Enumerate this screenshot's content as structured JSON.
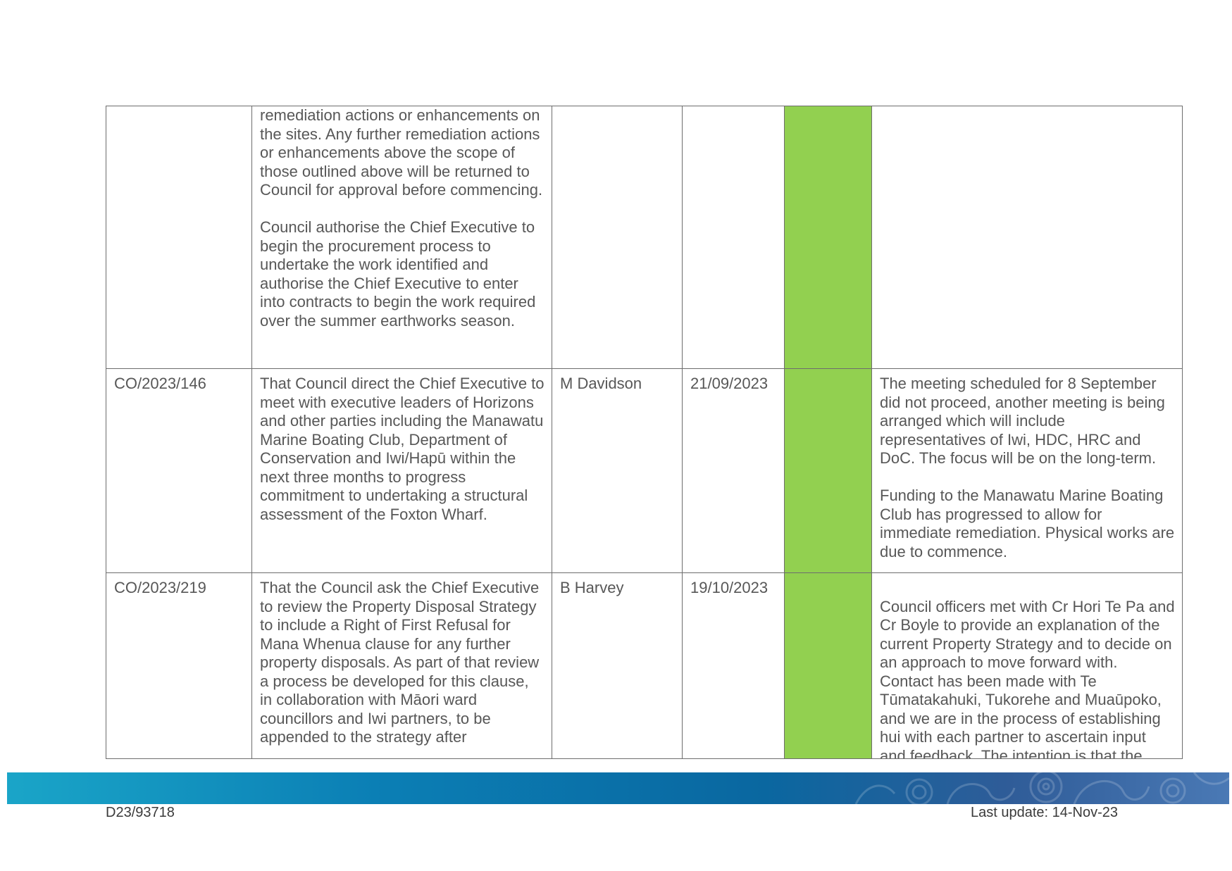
{
  "table": {
    "status_color": "#92d050",
    "rows": [
      {
        "ref": "",
        "resolution": "remediation actions or enhancements on the sites. Any further remediation actions or enhancements above the scope of those outlined above will be returned to Council for approval before commencing.\n\nCouncil authorise the Chief Executive to begin the procurement process to undertake the work identified and authorise the Chief Executive to enter into contracts to begin the work required over the summer earthworks season.",
        "officer": "",
        "date": "",
        "comment": ""
      },
      {
        "ref": "CO/2023/146",
        "resolution": "That Council direct the Chief Executive to meet with executive leaders of Horizons and other parties including the Manawatu Marine Boating Club, Department of Conservation and Iwi/Hapū within the next three months to progress commitment to undertaking a structural assessment of the Foxton Wharf.",
        "officer": "M Davidson",
        "date": "21/09/2023",
        "comment": "The meeting scheduled for 8 September did not proceed, another meeting is being arranged which will include representatives of Iwi, HDC, HRC and DoC. The focus will be on the long-term.\n\nFunding to the Manawatu Marine Boating Club has progressed to allow for immediate remediation. Physical works are due to commence."
      },
      {
        "ref": "CO/2023/219",
        "resolution": "That the Council ask the Chief Executive to review the Property Disposal Strategy to include a Right of First Refusal for Mana Whenua clause for any further property disposals.  As part of that review a process be developed for this clause, in collaboration with Māori ward councillors and Iwi partners, to be appended to the strategy after",
        "officer": "B Harvey",
        "date": "19/10/2023",
        "comment": "\nCouncil officers met with Cr Hori Te Pa and Cr Boyle to provide an explanation of the current Property Strategy and to decide on an approach to move forward with. Contact has been made with Te Tūmatakahuki, Tukorehe and Muaūpoko, and we are in the process of establishing hui with each partner to ascertain input and feedback. The intention is that the"
      }
    ]
  },
  "footer": {
    "doc_ref": "D23/93718",
    "last_update": "Last update: 14-Nov-23"
  }
}
